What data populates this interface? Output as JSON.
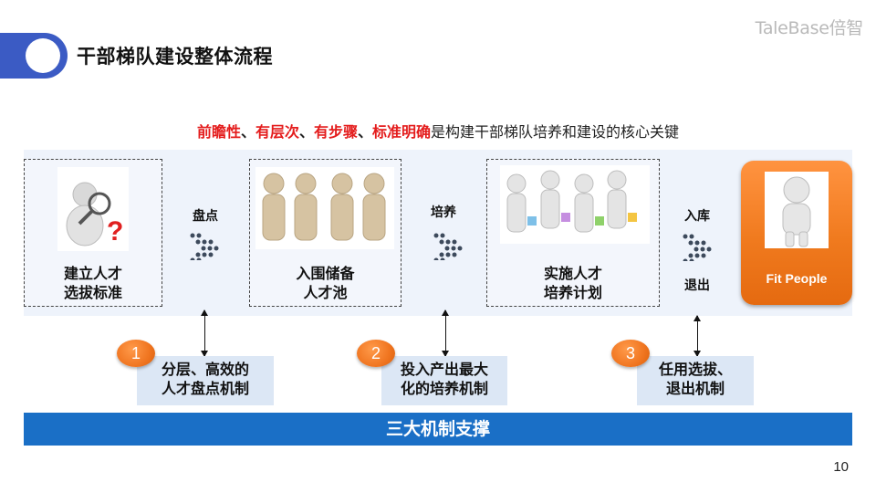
{
  "header": {
    "title": "干部梯队建设整体流程",
    "logo": "TaleBase倍智"
  },
  "subtitle": {
    "highlights": [
      "前瞻性",
      "有层次",
      "有步骤",
      "标准明确"
    ],
    "separator": "、",
    "rest": "是构建干部梯队培养和建设的核心关键"
  },
  "process": {
    "steps": [
      {
        "line1": "建立人才",
        "line2": "选拔标准",
        "icon": "magnifier-person-question-icon"
      },
      {
        "line1": "入围储备",
        "line2": "人才池",
        "icon": "group-of-figures-icon"
      },
      {
        "line1": "实施人才",
        "line2": "培养计划",
        "icon": "figures-with-buckets-icon"
      }
    ],
    "arrows": [
      {
        "label_top": "盘点",
        "label_bottom": ""
      },
      {
        "label_top": "培养",
        "label_bottom": ""
      },
      {
        "label_top": "入库",
        "label_bottom": "退出"
      }
    ],
    "final": {
      "label": "Fit People",
      "icon": "standing-figure-icon"
    }
  },
  "mechanisms": [
    {
      "number": "1",
      "line1": "分层、高效的",
      "line2": "人才盘点机制"
    },
    {
      "number": "2",
      "line1": "投入产出最大",
      "line2": "化的培养机制"
    },
    {
      "number": "3",
      "line1": "任用选拔、",
      "line2": "退出机制"
    }
  ],
  "support_bar": "三大机制支撑",
  "page_number": "10",
  "colors": {
    "accent_blue": "#3b5bc4",
    "bar_blue": "#1a6fc6",
    "highlight_red": "#e41c1c",
    "orange": "#f07a1e"
  }
}
